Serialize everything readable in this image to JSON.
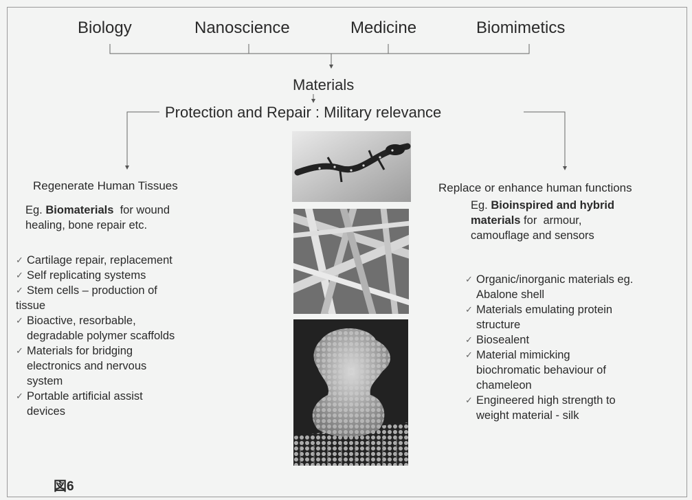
{
  "top_fields": [
    "Biology",
    "Nanoscience",
    "Medicine",
    "Biomimetics"
  ],
  "materials": "Materials",
  "protection": "Protection and Repair : Military relevance",
  "left": {
    "title": "Regenerate Human Tissues",
    "desc_prefix": "Eg. ",
    "desc_bold": "Biomaterials",
    "desc_line1_rest": "  for wound",
    "desc_line2": "healing, bone repair etc.",
    "items": [
      {
        "line1": "Cartilage repair, replacement"
      },
      {
        "line1": "Self replicating systems"
      },
      {
        "line1": "Stem cells – production of",
        "line2": "tissue"
      },
      {
        "line1": "Bioactive, resorbable,",
        "line2": "degradable polymer scaffolds"
      },
      {
        "line1": "Materials for bridging",
        "line2": "electronics and nervous",
        "line3": "system"
      },
      {
        "line1": "Portable artificial assist",
        "line2": "devices"
      }
    ]
  },
  "right": {
    "title": "Replace or enhance human functions",
    "desc_prefix": "Eg. ",
    "desc_bold1": "Bioinspired and hybrid",
    "desc_bold2": "materials",
    "desc_line2_rest": " for  armour,",
    "desc_line3": "camouflage and sensors",
    "items": [
      {
        "line1": "Organic/inorganic materials eg.",
        "line2": "Abalone shell"
      },
      {
        "line1": "Materials emulating protein",
        "line2": "structure"
      },
      {
        "line1": "Biosealent"
      },
      {
        "line1": "Material mimicking",
        "line2": "biochromatic behaviour of",
        "line3": "chameleon"
      },
      {
        "line1": "Engineered high strength to",
        "line2": "weight material - silk"
      }
    ]
  },
  "check_glyph": "✓",
  "figure_label": "図6",
  "images": [
    "salamander-photo",
    "fiber-scaffold-micrograph",
    "protein-structure-render"
  ]
}
